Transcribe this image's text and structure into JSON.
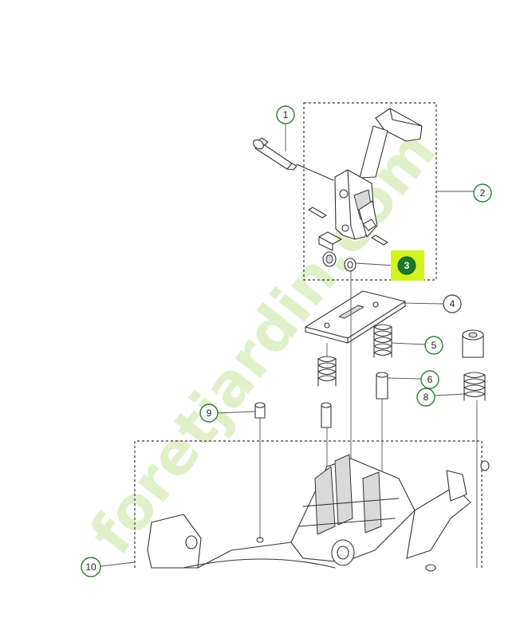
{
  "diagram": {
    "watermark": "foretjardin.com",
    "callouts": [
      {
        "id": "1",
        "label": "1",
        "highlighted": false
      },
      {
        "id": "2",
        "label": "2",
        "highlighted": false
      },
      {
        "id": "3",
        "label": "3",
        "highlighted": true
      },
      {
        "id": "4",
        "label": "4",
        "highlighted": false
      },
      {
        "id": "5",
        "label": "5",
        "highlighted": false
      },
      {
        "id": "6",
        "label": "6",
        "highlighted": false
      },
      {
        "id": "8",
        "label": "8",
        "highlighted": false
      },
      {
        "id": "9",
        "label": "9",
        "highlighted": false
      },
      {
        "id": "10",
        "label": "10",
        "highlighted": false
      }
    ],
    "colors": {
      "callout_ring": "#2e7d32",
      "highlight_bg": "#d4f21f",
      "highlight_disc": "#1b7a2a",
      "watermark": "#c8e6a0",
      "line": "#333333"
    }
  }
}
